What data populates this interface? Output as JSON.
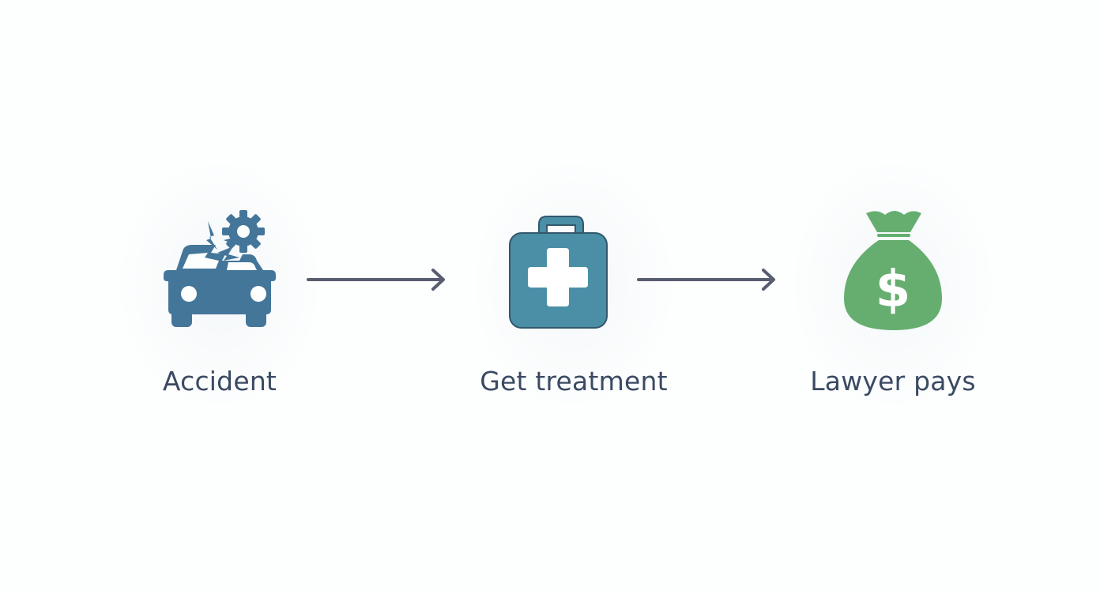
{
  "steps": [
    {
      "label": "Accident",
      "icon": "car-crash-icon",
      "color": "#44769a"
    },
    {
      "label": "Get treatment",
      "icon": "medical-kit-icon",
      "color": "#4a8fa6"
    },
    {
      "label": "Lawyer pays",
      "icon": "money-bag-icon",
      "color": "#66ae6f"
    }
  ],
  "colors": {
    "arrow": "#585d70",
    "label": "#3b4a63",
    "background": "#fdfefe"
  }
}
